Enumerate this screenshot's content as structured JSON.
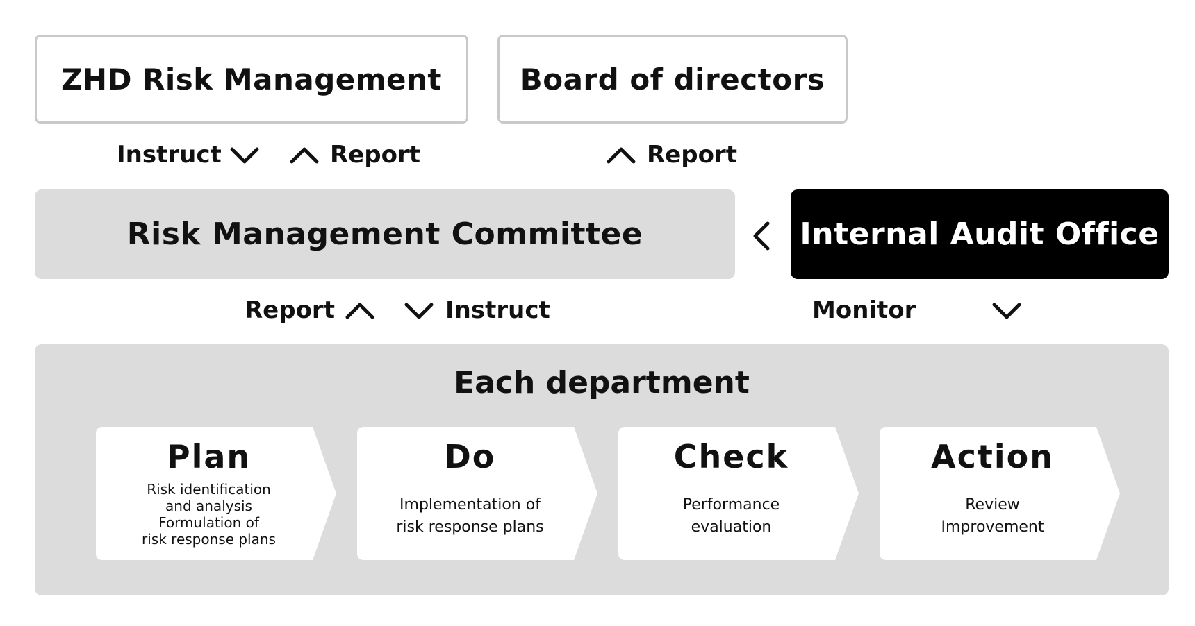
{
  "top_boxes": {
    "zhd": "ZHD Risk Management",
    "board": "Board of directors"
  },
  "arrows_row1": {
    "instruct": "Instruct",
    "report_left": "Report",
    "report_right": "Report"
  },
  "middle_boxes": {
    "committee": "Risk Management Committee",
    "audit": "Internal Audit Office"
  },
  "arrows_row2": {
    "report": "Report",
    "instruct": "Instruct",
    "monitor": "Monitor"
  },
  "department": {
    "title": "Each department",
    "steps": [
      {
        "title": "Plan",
        "lines": [
          "Risk identification",
          "and analysis",
          "Formulation of",
          "risk response plans"
        ]
      },
      {
        "title": "Do",
        "lines": [
          "Implementation of",
          "risk response plans"
        ]
      },
      {
        "title": "Check",
        "lines": [
          "Performance",
          "evaluation"
        ]
      },
      {
        "title": "Action",
        "lines": [
          "Review",
          "Improvement"
        ]
      }
    ]
  },
  "colors": {
    "box_gray": "#dcdcdc",
    "box_black": "#000000",
    "outline": "#c9c9c9"
  }
}
